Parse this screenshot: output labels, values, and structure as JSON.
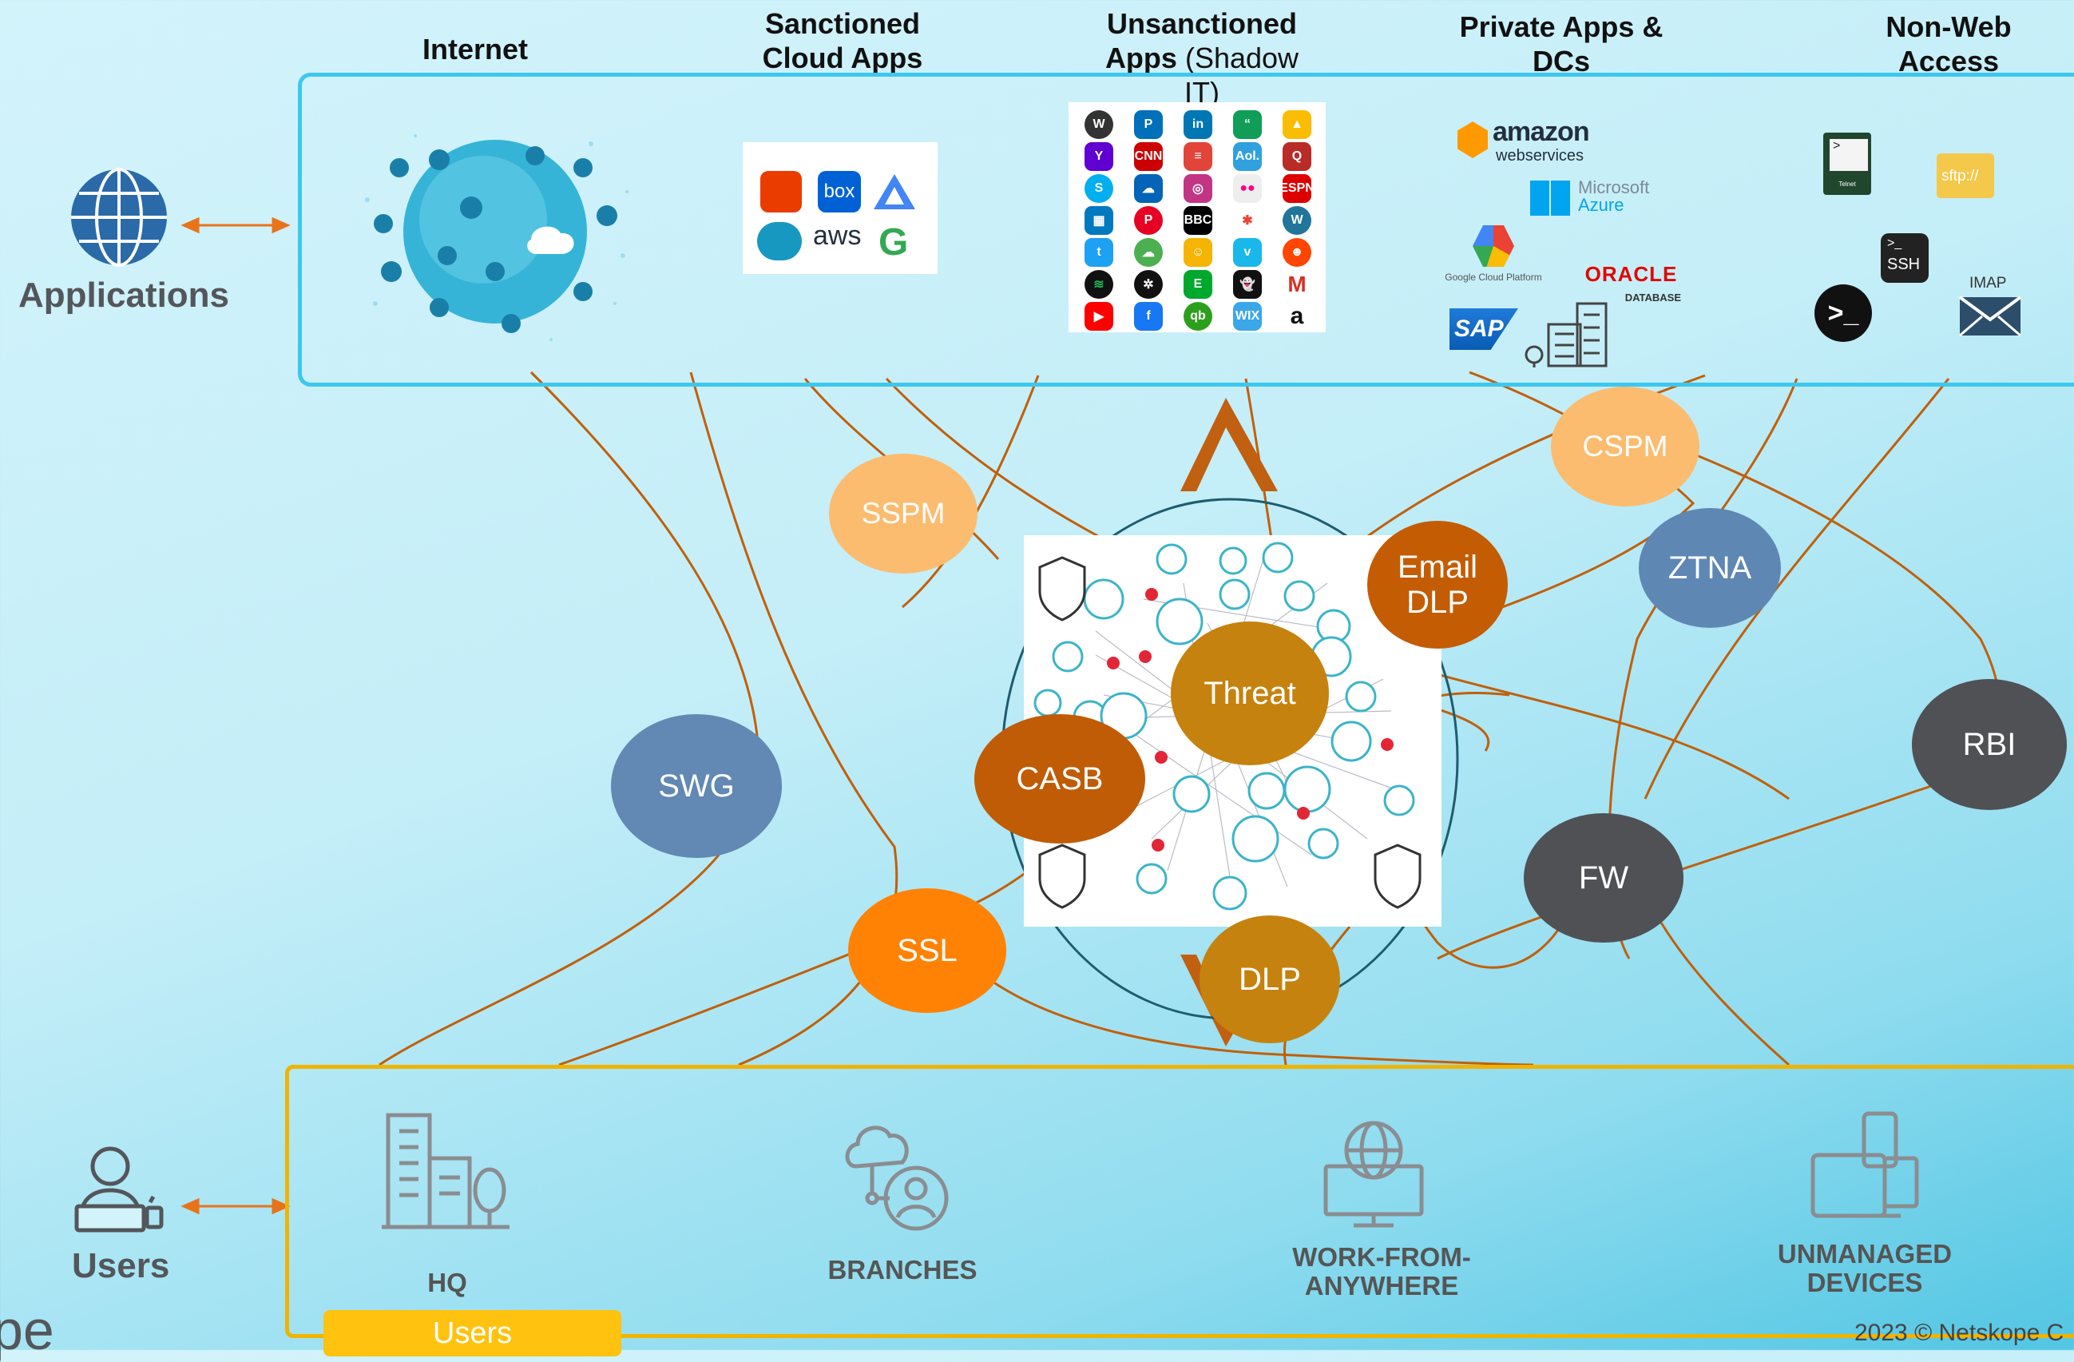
{
  "headers": {
    "internet": "Internet",
    "sanctioned": "Sanctioned Cloud Apps",
    "unsanctioned_bold": "Unsanctioned Apps",
    "unsanctioned_normal": "(Shadow IT)",
    "private": "Private Apps & DCs",
    "nonweb": "Non-Web Access"
  },
  "left": {
    "applications_label": "Applications",
    "users_label": "Users",
    "brand_fragment": "pe"
  },
  "locations": {
    "hq": "HQ",
    "branches": "BRANCHES",
    "wfa": "WORK-FROM-ANYWHERE",
    "unmanaged": "UNMANAGED DEVICES"
  },
  "users_pill": "Users",
  "copyright": "2023 © Netskope C",
  "services": {
    "sspm": "SSPM",
    "cspm": "CSPM",
    "email_dlp": "Email DLP",
    "ztna": "ZTNA",
    "threat": "Threat",
    "casb": "CASB",
    "swg": "SWG",
    "rbi": "RBI",
    "fw": "FW",
    "ssl": "SSL",
    "dlp": "DLP"
  },
  "private_logos": {
    "aws_main": "amazon",
    "aws_sub": "webservices",
    "azure_1": "Microsoft",
    "azure_2": "Azure",
    "gcp": "Google Cloud Platform",
    "oracle": "ORACLE",
    "oracle_sub": "DATABASE",
    "sap": "SAP"
  },
  "nonweb_logos": {
    "telnet": "Telnet",
    "sftp": "sftp://",
    "ssh": "SSH",
    "imap": "IMAP"
  },
  "sanctioned_logos": {
    "box": "box",
    "aws": "aws"
  },
  "colors": {
    "apps_border": "#3cc8ee",
    "users_border": "#f0b400",
    "connector": "#c0600a",
    "arrow": "#e8731a"
  }
}
